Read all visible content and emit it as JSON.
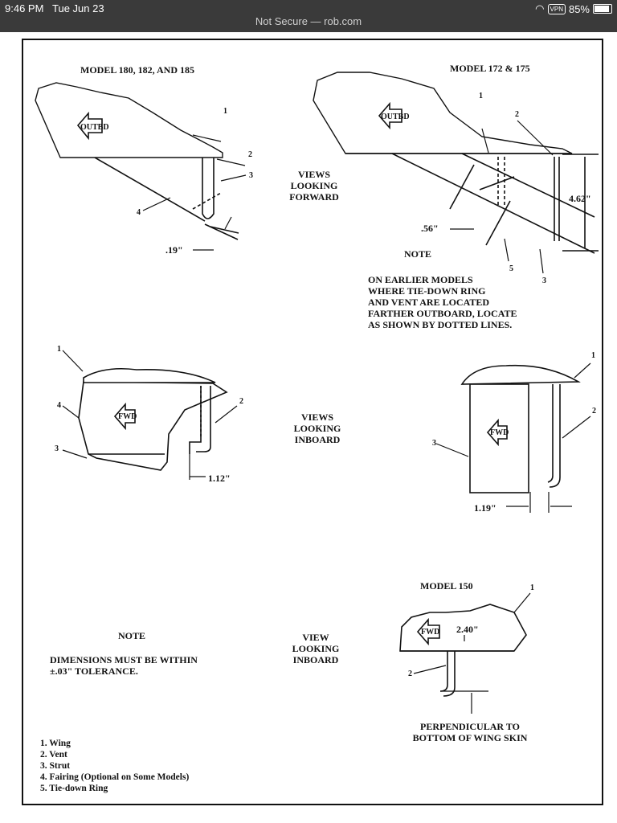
{
  "status": {
    "time": "9:46 PM",
    "date": "Tue Jun 23",
    "vpn": "VPN",
    "battery": "85%"
  },
  "browser": {
    "url": "Not Secure — rob.com"
  },
  "diagram": {
    "model_a": "MODEL 180, 182, AND 185",
    "model_b": "MODEL 172 & 175",
    "model_c": "MODEL 150",
    "views_forward": [
      "VIEWS",
      "LOOKING",
      "FORWARD"
    ],
    "views_inboard": [
      "VIEWS",
      "LOOKING",
      "INBOARD"
    ],
    "view_inboard": [
      "VIEW",
      "LOOKING",
      "INBOARD"
    ],
    "dims": {
      "d19": ".19\"",
      "d56": ".56\"",
      "d462": "4.62\"",
      "d112": "1.12\"",
      "d119": "1.19\"",
      "d240": "2.40\""
    },
    "arrows": {
      "outbd": "OUTBD",
      "fwd": "FWD"
    },
    "callouts": {
      "n1": "1",
      "n2": "2",
      "n3": "3",
      "n4": "4",
      "n5": "5"
    },
    "note_top": {
      "title": "NOTE",
      "lines": [
        "ON EARLIER MODELS",
        "WHERE TIE-DOWN RING",
        "AND VENT ARE LOCATED",
        "FARTHER OUTBOARD, LOCATE",
        "AS SHOWN BY DOTTED LINES."
      ]
    },
    "note_bottom": {
      "title": "NOTE",
      "lines": [
        "DIMENSIONS MUST BE WITHIN",
        "±.03\" TOLERANCE."
      ]
    },
    "perpendicular": [
      "PERPENDICULAR TO",
      "BOTTOM OF WING SKIN"
    ],
    "legend": [
      "1.  Wing",
      "2.  Vent",
      "3.  Strut",
      "4.  Fairing (Optional on Some Models)",
      "5.  Tie-down Ring"
    ]
  }
}
